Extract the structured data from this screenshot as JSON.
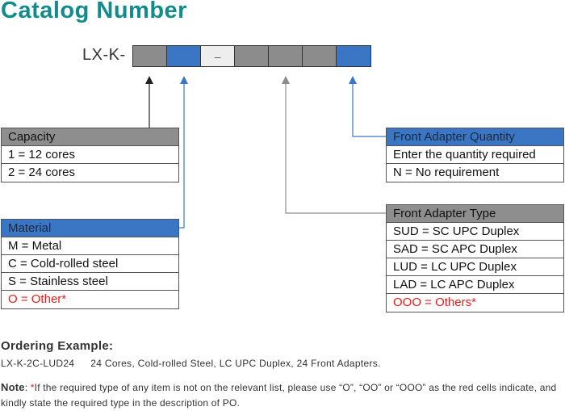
{
  "title": "Catalog Number",
  "prefix": "LX-K-",
  "code_segments": [
    {
      "color": "#8c8c8c",
      "text": ""
    },
    {
      "color": "#3a76c3",
      "text": ""
    },
    {
      "color": "#eeeeee",
      "text": "–"
    },
    {
      "color": "#8c8c8c",
      "text": ""
    },
    {
      "color": "#8c8c8c",
      "text": ""
    },
    {
      "color": "#8c8c8c",
      "text": ""
    },
    {
      "color": "#3a76c3",
      "text": ""
    }
  ],
  "capacity": {
    "header": "Capacity",
    "rows": [
      "1 = 12 cores",
      "2 = 24 cores"
    ]
  },
  "material": {
    "header": "Material",
    "rows": [
      "M = Metal",
      "C = Cold-rolled steel",
      "S = Stainless steel",
      "O = Other*"
    ]
  },
  "front_adapter_quantity": {
    "header": "Front Adapter Quantity",
    "rows": [
      "Enter the quantity required",
      "N = No requirement"
    ]
  },
  "front_adapter_type": {
    "header": "Front Adapter Type",
    "rows": [
      "SUD = SC UPC Duplex",
      "SAD = SC APC Duplex",
      "LUD = LC UPC Duplex",
      "LAD = LC APC Duplex",
      "OOO = Others*"
    ]
  },
  "ordering": {
    "title": "Ordering Example:",
    "code": "LX-K-2C-LUD24",
    "description": "24 Cores, Cold-rolled Steel, LC UPC Duplex, 24 Front Adapters."
  },
  "note": {
    "label": "Note",
    "colon": ": ",
    "star": "*",
    "text": "If the required type of any item is not on the relevant list, please use “O”, “OO” or “OOO” as the red cells indicate, and kindly state the required type in the description of PO."
  },
  "colors": {
    "title": "#138a8c",
    "blue": "#3a76c3",
    "gray": "#8c8c8c",
    "red": "#e02020"
  }
}
